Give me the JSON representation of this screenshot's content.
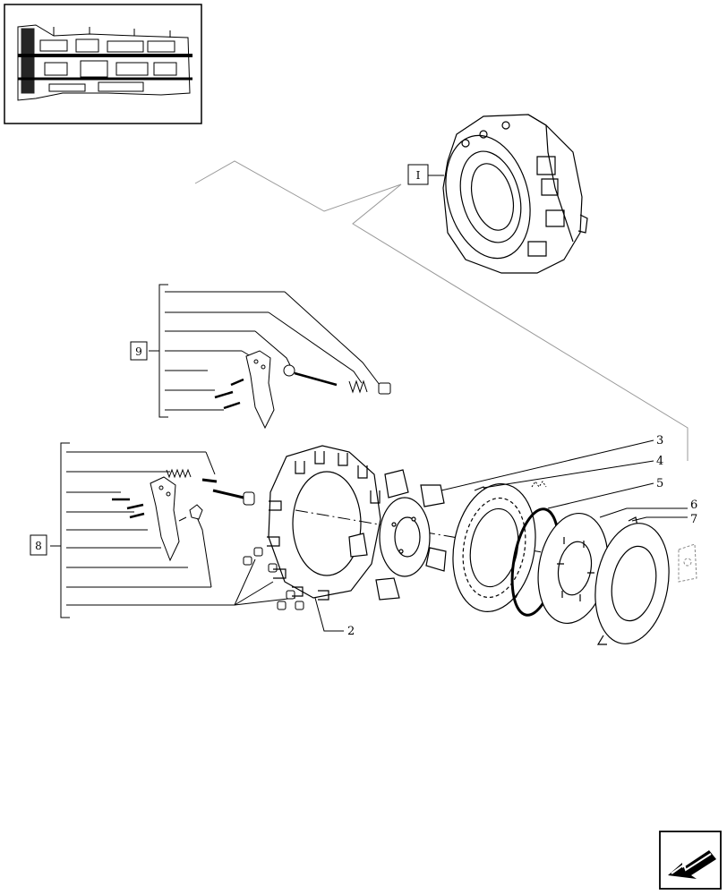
{
  "diagram": {
    "part_numbers": {
      "p2": "2",
      "p3": "3",
      "p4": "4",
      "p5": "5",
      "p6": "6",
      "p7": "7"
    },
    "group_labels": {
      "group_I": "I",
      "group_9": "9",
      "group_8": "8"
    },
    "nav": {
      "next_page_icon": "arrow-left-icon"
    }
  }
}
